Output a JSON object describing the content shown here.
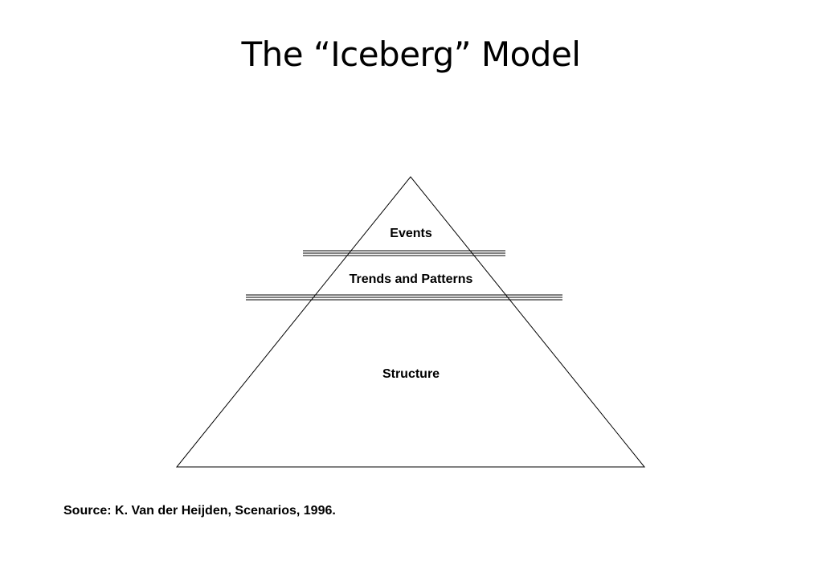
{
  "title": "The “Iceberg” Model",
  "layers": [
    {
      "label": "Events"
    },
    {
      "label": "Trends and Patterns"
    },
    {
      "label": "Structure"
    }
  ],
  "source": "Source: K. Van der Heijden, Scenarios, 1996.",
  "colors": {
    "background": "#ffffff",
    "line": "#000000",
    "text": "#000000"
  }
}
